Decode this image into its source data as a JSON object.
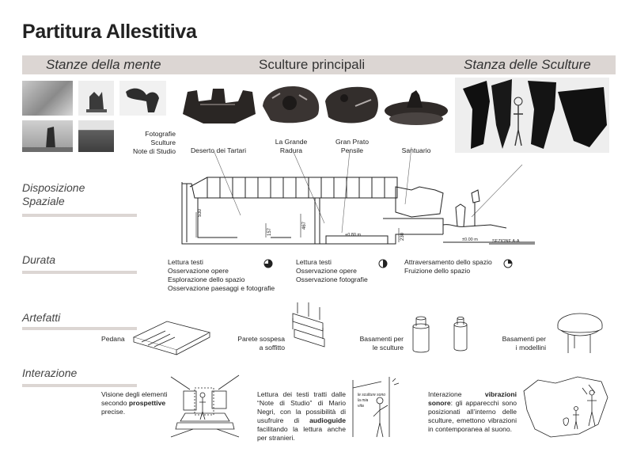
{
  "title": "Partitura Allestitiva",
  "header_band": {
    "stanze_mente": "Stanze della mente",
    "sculture_principali": "Sculture principali",
    "stanza_sculture": "Stanza delle Sculture"
  },
  "mente_caption": [
    "Fotografie",
    "Sculture",
    "Note di Studio"
  ],
  "sculptures": [
    {
      "caption": [
        "Deserto dei Tartari"
      ]
    },
    {
      "caption": [
        "La Grande",
        "Radura"
      ]
    },
    {
      "caption": [
        "Gran Prato",
        "Pensile"
      ]
    },
    {
      "caption": [
        "Santuario"
      ]
    }
  ],
  "sections": {
    "disposizione": [
      "Disposizione",
      "Spaziale"
    ],
    "durata": "Durata",
    "artefatti": "Artefatti",
    "interazione": "Interazione"
  },
  "section_drawing": {
    "dims": [
      "530",
      "157",
      "467",
      "230"
    ],
    "levels": [
      "+0.80 m",
      "±0.00 m"
    ],
    "label": "SEZIONE A-A"
  },
  "durata": [
    {
      "lines": [
        "Lettura testi",
        "Osservazione opere",
        "Esplorazione dello spazio",
        "Osservazione paesaggi e fotografie"
      ],
      "clock_fraction": 0.75
    },
    {
      "lines": [
        "Lettura testi",
        "Osservazione opere",
        "Osservazione fotografie"
      ],
      "clock_fraction": 0.5
    },
    {
      "lines": [
        "Attraversamento dello spazio",
        "Fruizione dello spazio"
      ],
      "clock_fraction": 0.25
    }
  ],
  "artefatti": {
    "pedana": "Pedana",
    "parete": [
      "Parete sospesa",
      "a soffitto"
    ],
    "basamenti_sculture": [
      "Basamenti per",
      "le sculture"
    ],
    "basamenti_modellini": [
      "Basamenti per",
      "i modellini"
    ]
  },
  "interazione": {
    "prospettive": {
      "pre": "Visione degli elementi secondo ",
      "bold": "prospettive",
      "post": " precise."
    },
    "note": {
      "pre": "Lettura dei testi tratti dalle “Note di Studio” di Mario Negri, con la possibilità di usufruire di ",
      "bold": "audioguide",
      "post": " facilitando la lettura anche per stranieri."
    },
    "vibrazioni": {
      "pre": "Interazione ",
      "bold": "vibrazioni sonore",
      "post": ": gli apparecchi sono posizionati all’interno delle sculture, emettono vibrazioni in contemporanea al suono."
    },
    "sketch_note": [
      "le sculture sono",
      "la mia",
      "vita"
    ]
  },
  "colors": {
    "band": "#dcd6d3",
    "ink": "#222222",
    "sculpture": "#2a2624"
  }
}
